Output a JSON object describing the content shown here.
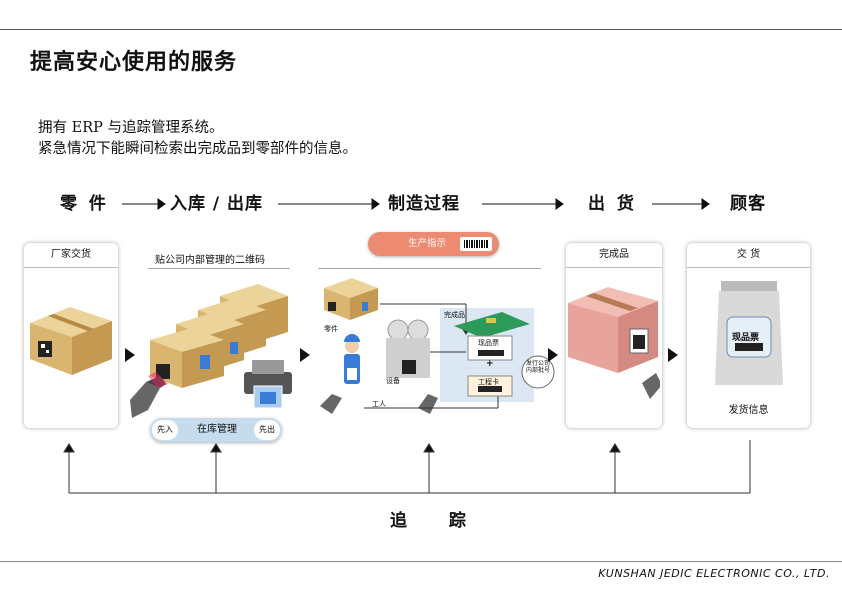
{
  "title": "提高安心使用的服务",
  "intro": {
    "line1": "拥有 ERP 与追踪管理系统。",
    "line2": "紧急情况下能瞬间检索出完成品到零部件的信息。"
  },
  "stages": [
    "零 件",
    "入库 / 出库",
    "制造过程",
    "出 货",
    "顾客"
  ],
  "cards": {
    "parts": "厂家交货",
    "warehouse": "贴公司内部管理的二维码",
    "finished": "完成品",
    "delivery": "交 货"
  },
  "manufacturing": {
    "instruction": "生产指示",
    "parts_label": "零件",
    "equipment_label": "设备",
    "worker_label": "工人",
    "finished_label": "完成品",
    "cert_label": "现品票",
    "plus": "+",
    "work_card_label": "工程卡",
    "lot_label": "发行公司内部批号"
  },
  "inventory": {
    "fifo_in": "先入",
    "label": "在库管理",
    "fifo_out": "先出"
  },
  "customer": {
    "bag_label": "现品票",
    "info_label": "发货信息"
  },
  "trace_label": "追 踪",
  "footer": "KUNSHAN JEDIC ELECTRONIC CO., LTD.",
  "colors": {
    "box": "#d9b56f",
    "box_dark": "#b48a45",
    "pink_box": "#e8a39a",
    "instruction_bg": "#ec8a72",
    "inventory_bg": "#c6dcec",
    "panel_bg": "#dbe7f3",
    "pcb": "#2e9a5a"
  }
}
